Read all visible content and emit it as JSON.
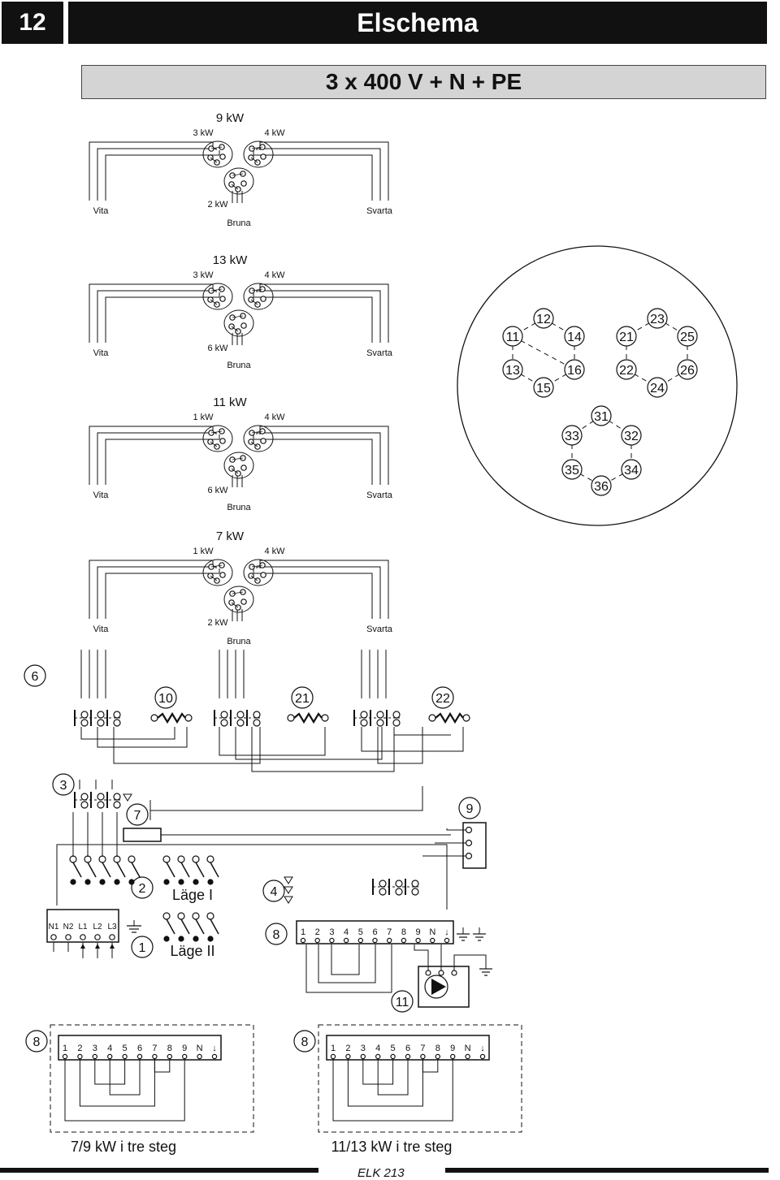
{
  "header": {
    "page_number": "12",
    "title": "Elschema"
  },
  "subtitle": "3 x 400 V + N + PE",
  "switch_diagrams": [
    {
      "total": "9 kW",
      "left": "3 kW",
      "right": "4 kW",
      "bottom": "2 kW",
      "wire_left": "Vita",
      "wire_mid": "Bruna",
      "wire_right": "Svarta"
    },
    {
      "total": "13 kW",
      "left": "3 kW",
      "right": "4 kW",
      "bottom": "6 kW",
      "wire_left": "Vita",
      "wire_mid": "Bruna",
      "wire_right": "Svarta"
    },
    {
      "total": "11 kW",
      "left": "1 kW",
      "right": "4 kW",
      "bottom": "6 kW",
      "wire_left": "Vita",
      "wire_mid": "Bruna",
      "wire_right": "Svarta"
    },
    {
      "total": "7 kW",
      "left": "1 kW",
      "right": "4 kW",
      "bottom": "2 kW",
      "wire_left": "Vita",
      "wire_mid": "Bruna",
      "wire_right": "Svarta"
    }
  ],
  "terminal_circle": {
    "numbers": [
      "12",
      "11",
      "14",
      "13",
      "16",
      "15",
      "23",
      "21",
      "25",
      "22",
      "26",
      "24",
      "31",
      "33",
      "32",
      "35",
      "34",
      "36"
    ]
  },
  "component_labels": {
    "c6": "6",
    "c10": "10",
    "c21": "21",
    "c22": "22",
    "c3": "3",
    "c7": "7",
    "c9": "9",
    "c2": "2",
    "c4": "4",
    "c1": "1",
    "c8": "8",
    "c11": "11",
    "c8b": "8",
    "c8c": "8"
  },
  "mode_labels": {
    "lage1": "Läge I",
    "lage2": "Läge II"
  },
  "mains_terminals": [
    "N1",
    "N2",
    "L1",
    "L2",
    "L3"
  ],
  "terminal_block": [
    "1",
    "2",
    "3",
    "4",
    "5",
    "6",
    "7",
    "8",
    "9",
    "N",
    "↓"
  ],
  "captions": {
    "left": "7/9 kW i tre steg",
    "right": "11/13 kW i tre steg"
  },
  "footer": {
    "code": "ELK 213"
  }
}
